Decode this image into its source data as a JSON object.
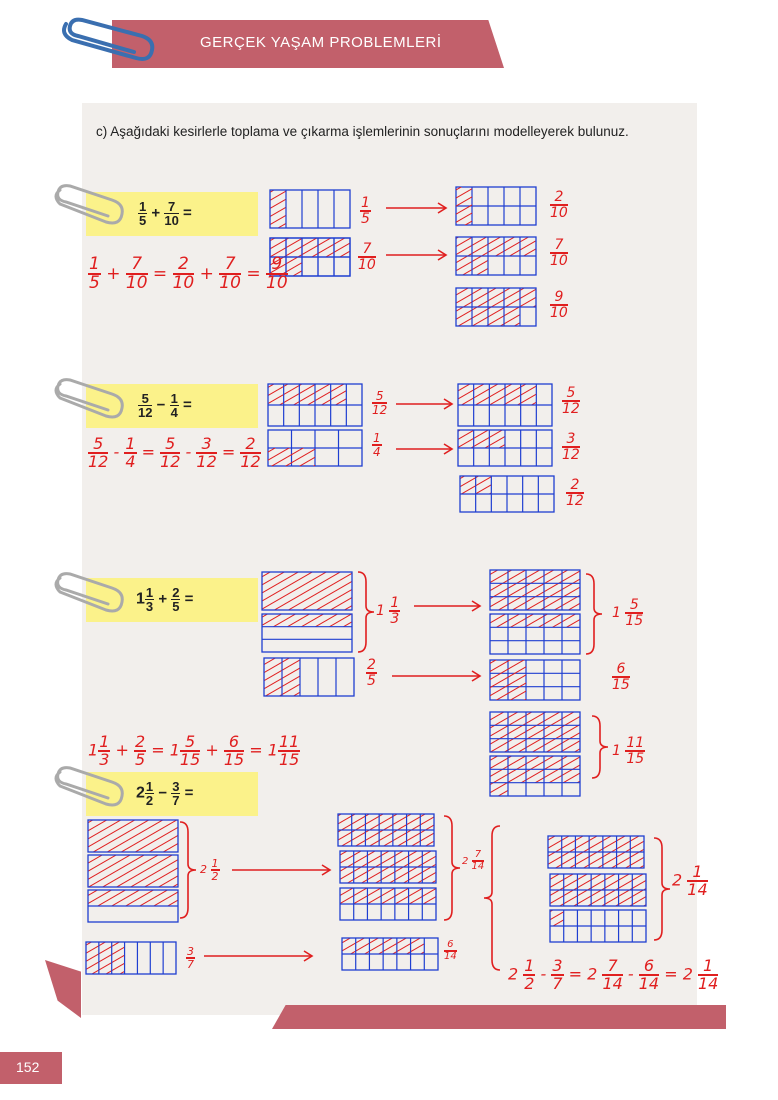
{
  "header": {
    "title": "GERÇEK YAŞAM PROBLEMLERİ"
  },
  "instruction": "c) Aşağıdaki kesirlerle toplama ve çıkarma işlemlerinin sonuçlarını modelleyerek bulunuz.",
  "page_number": "152",
  "problems": [
    {
      "expr": {
        "a_n": "1",
        "a_d": "5",
        "op": "+",
        "b_n": "7",
        "b_d": "10",
        "eq": "="
      },
      "work": [
        "1/5",
        "+",
        "7/10",
        "=",
        "2/10",
        "+",
        "7/10",
        "=",
        "9/10"
      ],
      "labels": {
        "l1": "1/5",
        "l2": "7/10",
        "r1": "2/10",
        "r2": "7/10",
        "r3": "9/10"
      }
    },
    {
      "expr": {
        "a_n": "5",
        "a_d": "12",
        "op": "−",
        "b_n": "1",
        "b_d": "4",
        "eq": "="
      },
      "work": [
        "5/12",
        "-",
        "1/4",
        "=",
        "5/12",
        "-",
        "3/12",
        "=",
        "2/12"
      ],
      "labels": {
        "l1": "5/12",
        "l2": "1/4",
        "r1": "5/12",
        "r2": "3/12",
        "r3": "2/12"
      }
    },
    {
      "expr": {
        "w": "1",
        "a_n": "1",
        "a_d": "3",
        "op": "+",
        "b_n": "2",
        "b_d": "5",
        "eq": "="
      },
      "work": [
        "1",
        "1/3",
        "+",
        "2/5",
        "=",
        "1",
        "5/15",
        "+",
        "6/15",
        "=",
        "1",
        "11/15"
      ],
      "labels": {
        "l1w": "1",
        "l1": "1/3",
        "l2": "2/5",
        "r1w": "1",
        "r1": "5/15",
        "r2": "6/15",
        "r3w": "1",
        "r3": "11/15"
      }
    },
    {
      "expr": {
        "w": "2",
        "a_n": "1",
        "a_d": "2",
        "op": "−",
        "b_n": "3",
        "b_d": "7",
        "eq": "="
      },
      "work": [
        "2",
        "1/2",
        "-",
        "3/7",
        "=",
        "2",
        "7/14",
        "-",
        "6/14",
        "=",
        "2",
        "1/14"
      ],
      "labels": {
        "l1w": "2",
        "l1": "1/2",
        "l2": "3/7",
        "m1w": "2",
        "m1": "7/14",
        "m2": "6/14",
        "r1w": "2",
        "r1": "1/14"
      }
    }
  ],
  "colors": {
    "accent": "#c2606b",
    "note": "#fbf28a",
    "grid": "#1f3fd1",
    "ink": "#e01f1f",
    "paper": "#f2efec"
  }
}
